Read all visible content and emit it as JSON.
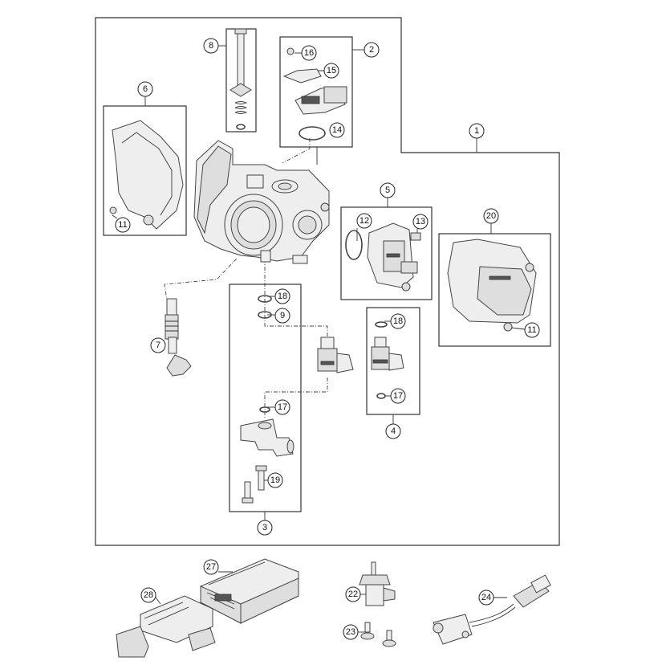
{
  "callouts": {
    "c1": "1",
    "c2": "2",
    "c3": "3",
    "c4": "4",
    "c5": "5",
    "c6": "6",
    "c7": "7",
    "c8": "8",
    "c9": "9",
    "c11a": "11",
    "c11b": "11",
    "c12": "12",
    "c13": "13",
    "c14": "14",
    "c15": "15",
    "c16": "16",
    "c17a": "17",
    "c17b": "17",
    "c18a": "18",
    "c18b": "18",
    "c19": "19",
    "c20": "20",
    "c22": "22",
    "c23": "23",
    "c24": "24",
    "c27": "27",
    "c28": "28"
  },
  "colors": {
    "line": "#333333",
    "part_fill": "#eeeeee",
    "background": "#ffffff"
  }
}
